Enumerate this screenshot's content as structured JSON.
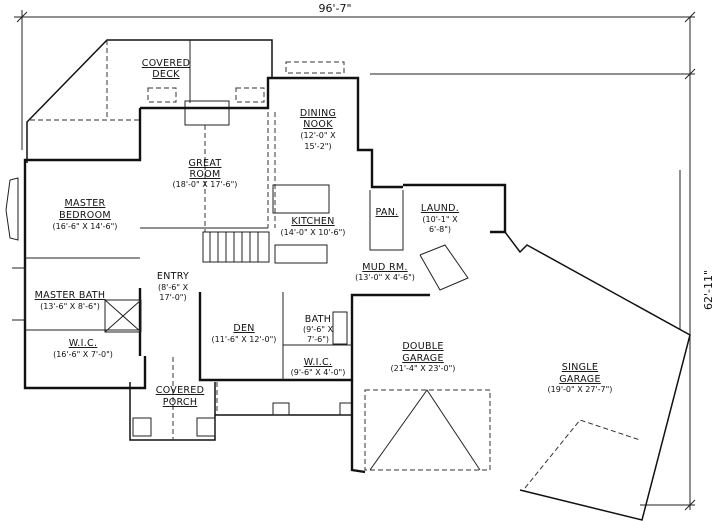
{
  "dimensions": {
    "width": "96'-7\"",
    "depth": "62'-11\""
  },
  "rooms": {
    "covered_deck": {
      "l1": "COVERED",
      "l2": "DECK"
    },
    "dining_nook": {
      "l1": "DINING",
      "l2": "NOOK",
      "s1": "(12'-0\" X",
      "s2": "15'-2\")"
    },
    "great_room": {
      "l1": "GREAT",
      "l2": "ROOM",
      "s1": "(18'-0\" X 17'-6\")"
    },
    "master_bedroom": {
      "l1": "MASTER",
      "l2": "BEDROOM",
      "s1": "(16'-6\" X 14'-6\")"
    },
    "kitchen": {
      "l1": "KITCHEN",
      "s1": "(14'-0\" X 10'-6\")"
    },
    "pantry": {
      "l1": "PAN."
    },
    "laundry": {
      "l1": "LAUND.",
      "s1": "(10'-1\" X",
      "s2": "6'-8\")"
    },
    "mud_room": {
      "l1": "MUD RM.",
      "s1": "(13'-0\" X 4'-6\")"
    },
    "entry": {
      "l1": "ENTRY",
      "s1": "(8'-6\" X",
      "s2": "17'-0\")"
    },
    "master_bath": {
      "l1": "MASTER BATH",
      "s1": "(13'-6\" X 8'-6\")"
    },
    "den": {
      "l1": "DEN",
      "s1": "(11'-6\" X 12'-0\")"
    },
    "bath": {
      "l1": "BATH",
      "s1": "(9'-6\" X",
      "s2": "7'-6\")"
    },
    "wic_master": {
      "l1": "W.I.C.",
      "s1": "(16'-6\" X 7'-0\")"
    },
    "wic_den": {
      "l1": "W.I.C.",
      "s1": "(9'-6\" X 4'-0\")"
    },
    "covered_porch": {
      "l1": "COVERED",
      "l2": "PORCH"
    },
    "double_garage": {
      "l1": "DOUBLE",
      "l2": "GARAGE",
      "s1": "(21'-4\" X 23'-0\")"
    },
    "single_garage": {
      "l1": "SINGLE",
      "l2": "GARAGE",
      "s1": "(19'-0\" X 27'-7\")"
    }
  }
}
